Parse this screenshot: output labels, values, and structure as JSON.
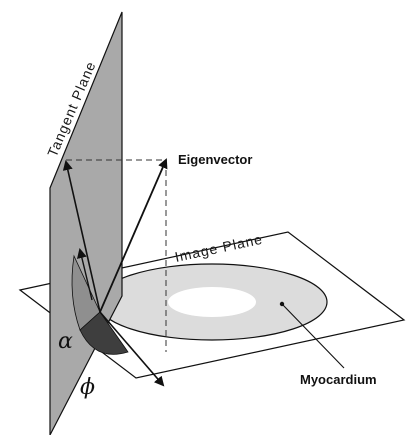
{
  "labels": {
    "tangent_plane": "Tangent Plane",
    "eigenvector": "Eigenvector",
    "image_plane": "Image Plane",
    "myocardium": "Myocardium",
    "alpha": "α",
    "phi": "ϕ"
  },
  "colors": {
    "tangent_plane_fill": "#a9a9a9",
    "image_plane_fill": "#ffffff",
    "myocardium_fill": "#dcdcdc",
    "cavity_fill": "#ffffff",
    "alpha_sector": "#8f8f8f",
    "phi_sector": "#3e3e3e",
    "stroke": "#111111"
  }
}
